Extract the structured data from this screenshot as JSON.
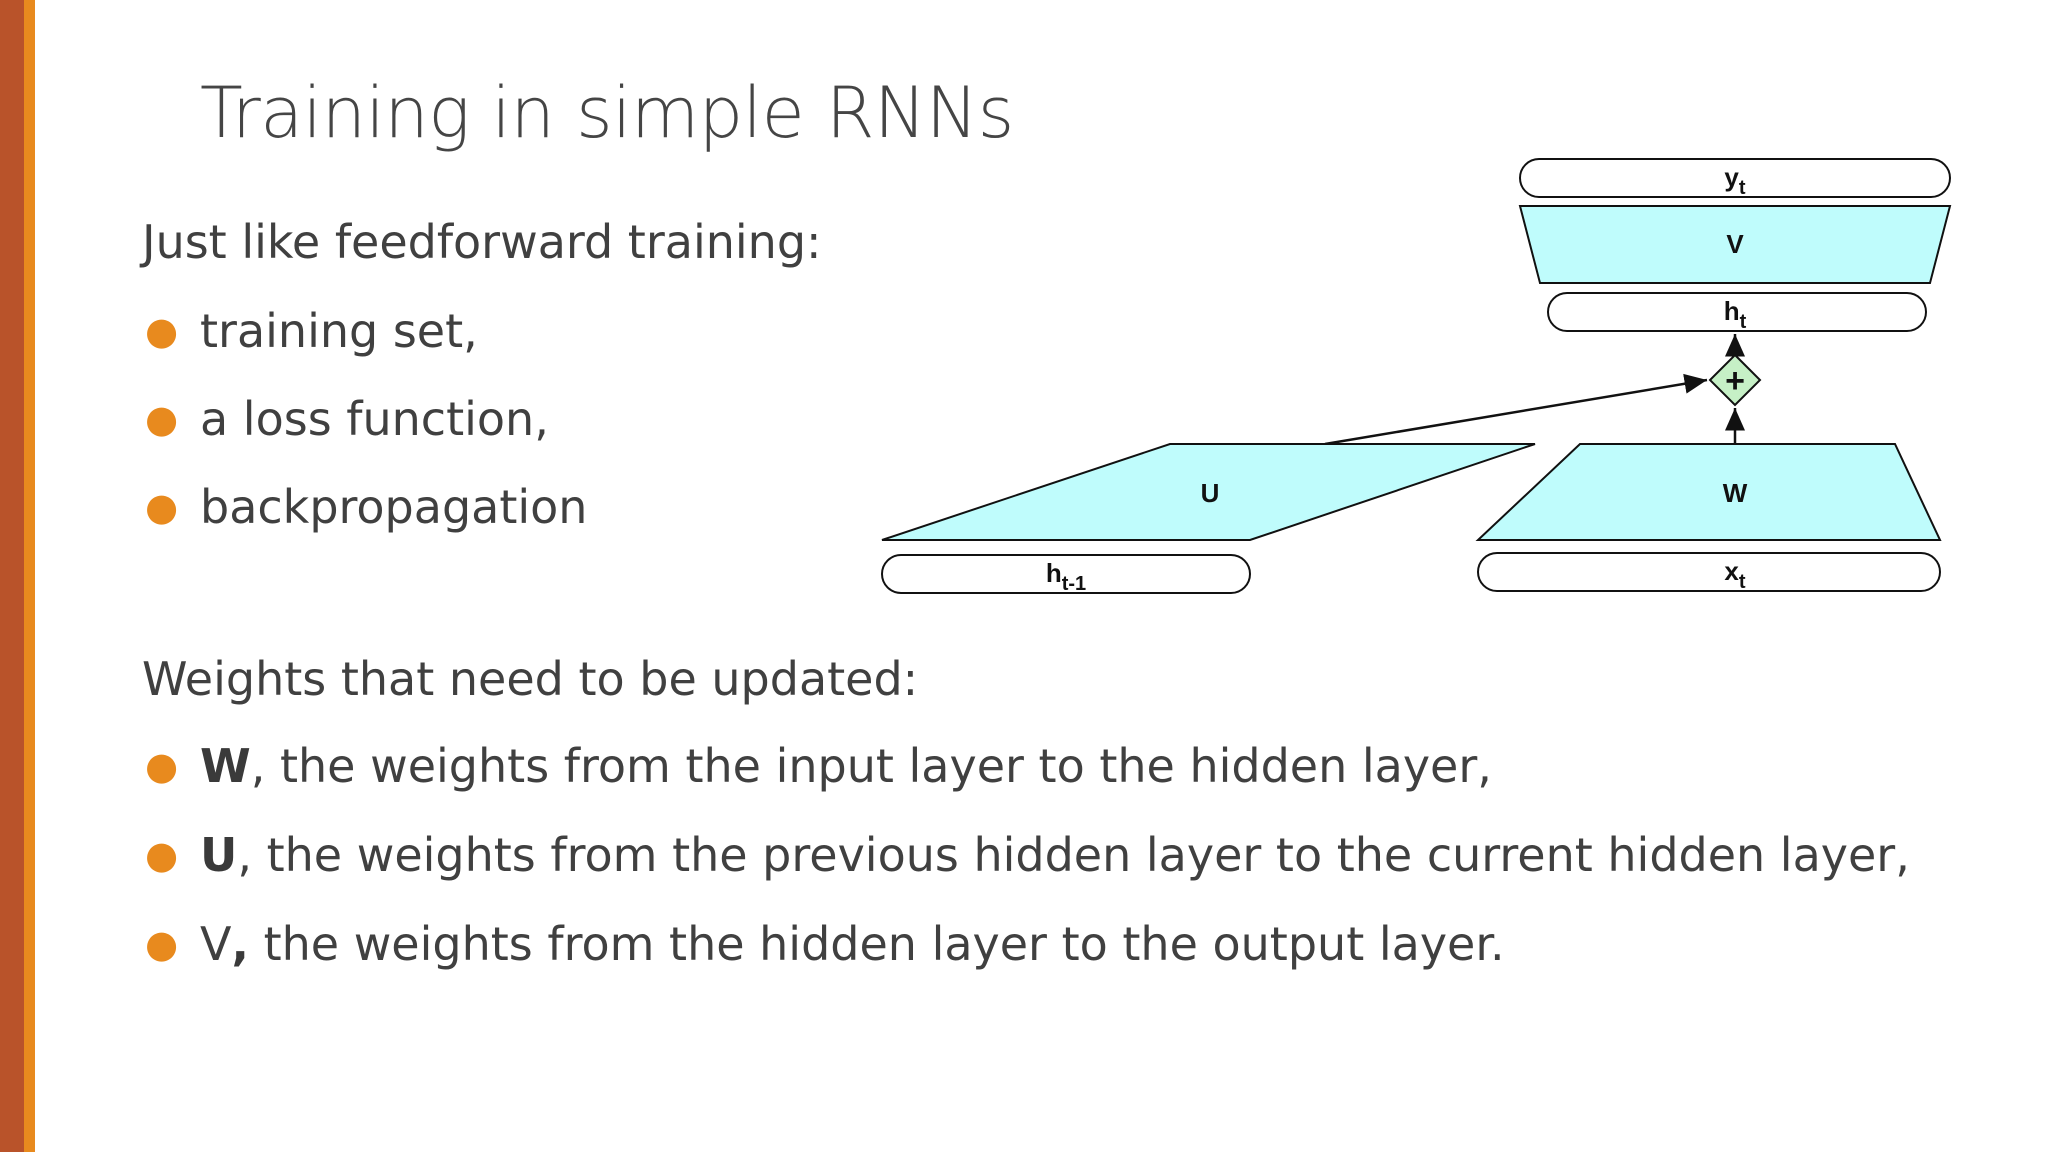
{
  "slide": {
    "title": "Training in simple RNNs",
    "intro_1": "Just like feedforward training:",
    "list_1": [
      "training set,",
      "a loss function,",
      "backpropagation"
    ],
    "intro_2": "Weights that need to be updated:",
    "list_2": [
      {
        "symbol": "W",
        "text": ", the weights from the input layer to the hidden layer,"
      },
      {
        "symbol": "U",
        "text": ", the weights from the previous hidden layer to the current hidden layer,"
      },
      {
        "symbol": "V",
        "text": ", the weights from the hidden layer to the output layer."
      }
    ]
  },
  "diagram": {
    "output": {
      "label": "y",
      "sub": "t"
    },
    "v_layer": "V",
    "hidden": {
      "label": "h",
      "sub": "t"
    },
    "u_layer": "U",
    "w_layer": "W",
    "prev_hidden": {
      "label": "h",
      "sub": "t-1"
    },
    "input": {
      "label": "x",
      "sub": "t"
    },
    "sum_symbol": "+",
    "colors": {
      "layer_fill": "#bffcfc",
      "sum_fill": "#c6f0c6",
      "stroke": "#111111"
    }
  },
  "theme": {
    "accent_dark": "#b9532a",
    "accent_light": "#e88a1e",
    "text": "#404040"
  }
}
